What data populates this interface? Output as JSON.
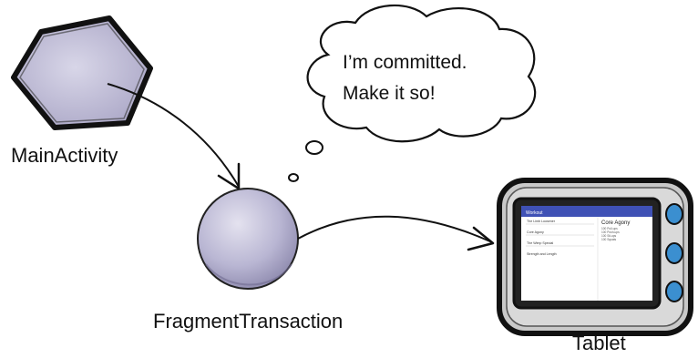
{
  "nodes": {
    "main_activity": "MainActivity",
    "fragment_transaction": "FragmentTransaction",
    "tablet": "Tablet"
  },
  "thought_bubble": {
    "line1": "I’m committed.",
    "line2": "Make it so!"
  },
  "tablet_screen": {
    "app_bar_title": "Workout",
    "list_items": [
      "The Limb Loosener",
      "Core Agony",
      "The Wimp Special",
      "Strength and Length"
    ],
    "detail_title": "Core Agony",
    "detail_lines": [
      "100 Pull-ups",
      "100 Push-ups",
      "100 Sit-ups",
      "100 Squats"
    ]
  },
  "colors": {
    "shape_fill": "#b9b6d3",
    "shape_fill_light": "#d8d6e8",
    "outline": "#111111",
    "tablet_body": "#c9c9c9",
    "app_bar": "#3f51b5",
    "tablet_button": "#3b8fd0"
  }
}
